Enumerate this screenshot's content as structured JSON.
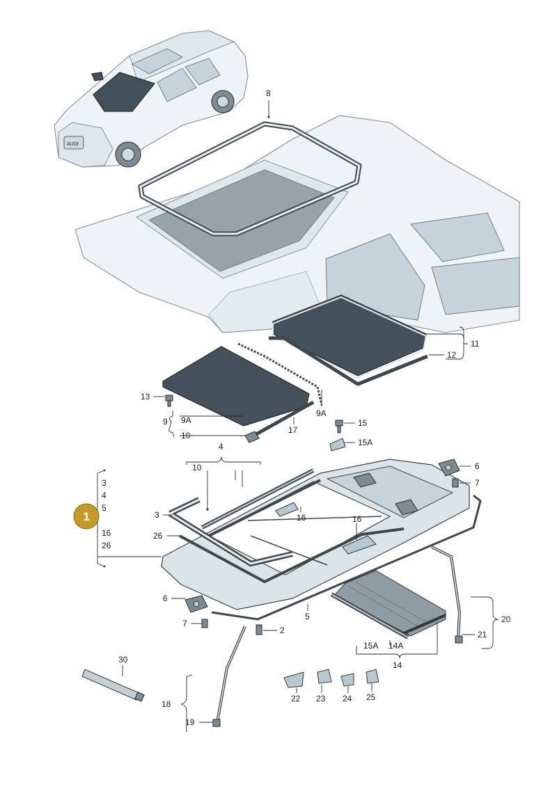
{
  "diagram": {
    "highlight": {
      "text": "1",
      "color": "#c49a2c"
    },
    "labels": {
      "l8": "8",
      "l11": "11",
      "l12": "12",
      "l13": "13",
      "l9": "9",
      "l9a_left": "9A",
      "l9a_right": "9A",
      "l10_top": "10",
      "l17": "17",
      "l15": "15",
      "l15a_top": "15A",
      "l4": "4",
      "l10_mid": "10",
      "l6_right": "6",
      "l7_right": "7",
      "l3_list": "3",
      "l4_list": "4",
      "l5_list": "5",
      "l16_list": "16",
      "l26_list": "26",
      "l3": "3",
      "l16_a": "16",
      "l16_b": "16",
      "l26": "26",
      "l6_left": "6",
      "l7_left": "7",
      "l2": "2",
      "l5": "5",
      "l20": "20",
      "l21": "21",
      "l15a_bot": "15A",
      "l14a": "14A",
      "l14": "14",
      "l30": "30",
      "l22": "22",
      "l23": "23",
      "l24": "24",
      "l25": "25",
      "l18": "18",
      "l19": "19"
    }
  }
}
